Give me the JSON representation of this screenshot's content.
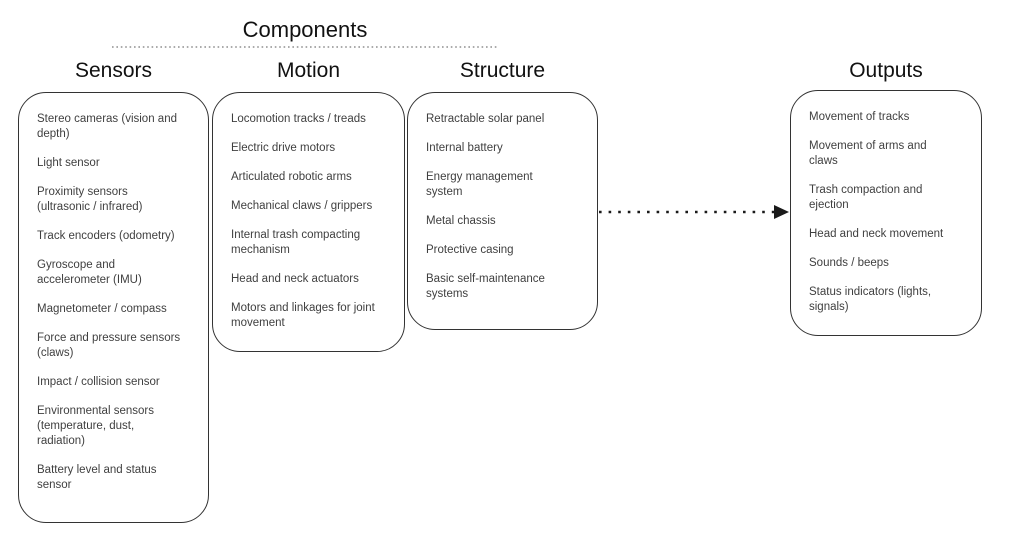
{
  "diagram": {
    "title": "Components",
    "columns": [
      {
        "heading": "Sensors",
        "items": [
          "Stereo cameras (vision and\ndepth)",
          "Light sensor",
          "Proximity sensors\n(ultrasonic / infrared)",
          "Track encoders (odometry)",
          "Gyroscope and\naccelerometer (IMU)",
          "Magnetometer / compass",
          "Force and pressure sensors\n(claws)",
          "Impact / collision sensor",
          "Environmental sensors\n(temperature, dust,\nradiation)",
          "Battery level and status\nsensor"
        ]
      },
      {
        "heading": "Motion",
        "items": [
          "Locomotion tracks / treads",
          "Electric drive motors",
          "Articulated robotic arms",
          "Mechanical claws / grippers",
          "Internal trash compacting\nmechanism",
          "Head and neck actuators",
          "Motors and linkages for joint\nmovement"
        ]
      },
      {
        "heading": "Structure",
        "items": [
          "Retractable solar panel",
          "Internal battery",
          "Energy management\nsystem",
          "Metal chassis",
          "Protective casing",
          "Basic self-maintenance\nsystems"
        ]
      },
      {
        "heading": "Outputs",
        "items": [
          "Movement of tracks",
          "Movement of arms and\nclaws",
          "Trash compaction and\nejection",
          "Head and neck movement",
          "Sounds / beeps",
          "Status indicators (lights,\nsignals)"
        ]
      }
    ],
    "connector": {
      "from": "Structure",
      "to": "Outputs",
      "style": "dotted-arrow"
    },
    "colors": {
      "background": "#ffffff",
      "box_border": "#333333",
      "body_text": "#3f3f3f",
      "heading_text": "#111111",
      "separator_dots": "#8f8f8f",
      "arrow": "#1a1a1a"
    }
  }
}
